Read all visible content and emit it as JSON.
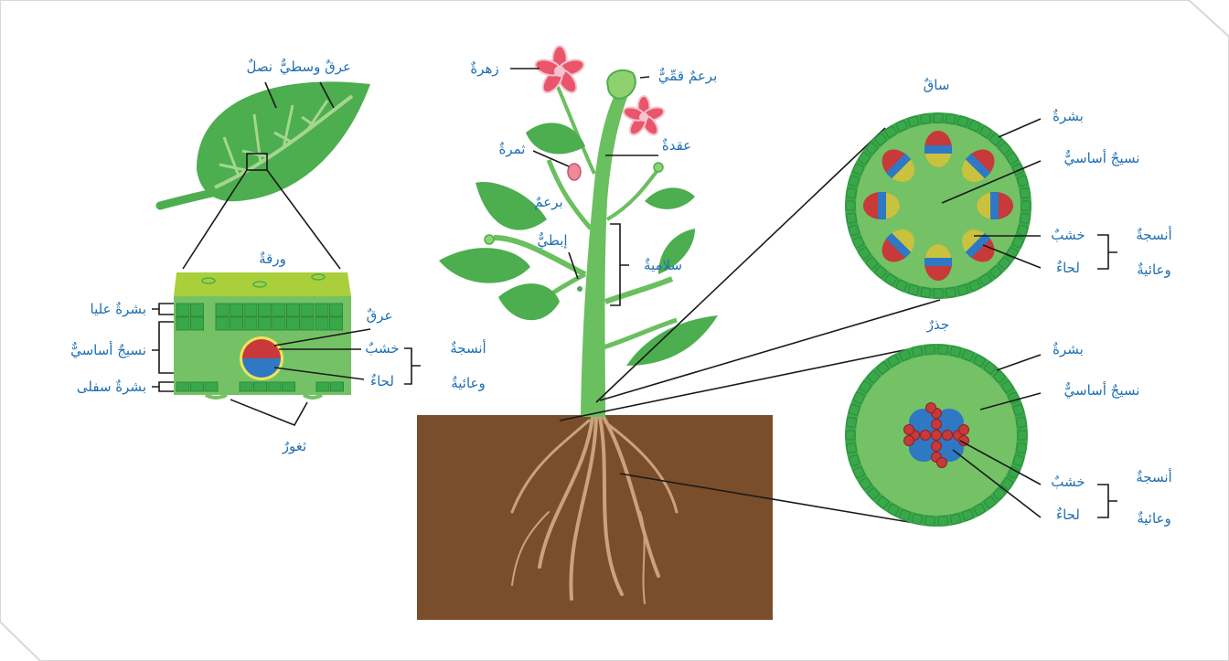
{
  "colors": {
    "label": "#1e6fb3",
    "leaf": "#4cae4f",
    "leaf_vein": "#a5d68f",
    "stem": "#6abf5e",
    "soil": "#7b4e2b",
    "root": "#c9a27e",
    "xylem": "#c8393a",
    "phloem": "#2f78c4",
    "epidermis": "#39a84a",
    "ground_tissue": "#74c265",
    "flower": "#e9556b"
  },
  "labels": {
    "leaf_vein_mid": "عرقٌ وسطيٌّ",
    "leaf_blade": "نصلٌ",
    "leaf_section": "ورقةٌ",
    "upper_epidermis": "بشرةٌ عليا",
    "ground_tissue_leaf": "نسيجٌ أساسيٌّ",
    "lower_epidermis": "بشرةٌ سفلى",
    "stomata": "ثغورٌ",
    "vein": "عرقٌ",
    "xylem_leaf": "خشبٌ",
    "phloem_leaf": "لحاءٌ",
    "vascular_leaf_1": "أنسجةٌ",
    "vascular_leaf_2": "وعائيةٌ",
    "flower": "زهرةٌ",
    "apical_bud": "برعمٌ قمِّيٌّ",
    "node": "عقدةٌ",
    "fruit": "ثمرةٌ",
    "axillary_bud_1": "برعمٌ",
    "axillary_bud_2": "إبطيٌّ",
    "internode": "سلاميةٌ",
    "stem_title": "ساقٌ",
    "stem_epidermis": "بشرةٌ",
    "stem_ground": "نسيجٌ أساسيٌّ",
    "stem_xylem": "خشبٌ",
    "stem_phloem": "لحاءٌ",
    "stem_vascular_1": "أنسجةٌ",
    "stem_vascular_2": "وعائيةٌ",
    "root_title": "جذرٌ",
    "root_epidermis": "بشرةٌ",
    "root_ground": "نسيجٌ أساسيٌّ",
    "root_xylem": "خشبٌ",
    "root_phloem": "لحاءٌ",
    "root_vascular_1": "أنسجةٌ",
    "root_vascular_2": "وعائيةٌ"
  }
}
